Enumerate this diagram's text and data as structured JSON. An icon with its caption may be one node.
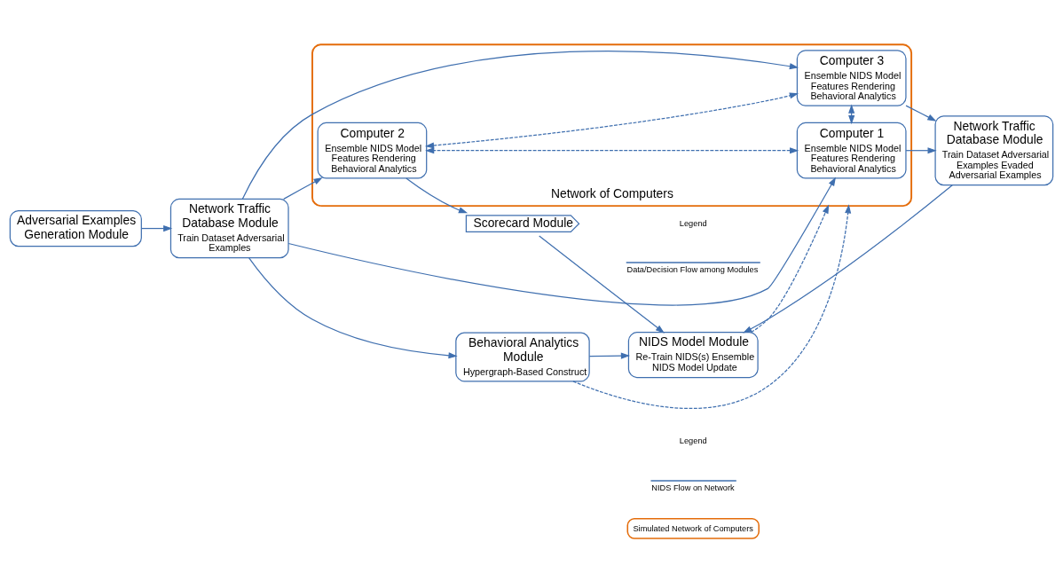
{
  "diagram": {
    "nodes": [
      {
        "text": [
          "Adversarial Examples Generation Module"
        ]
      },
      {
        "text": [
          "Behavioral Analytics Module",
          "Hypergraph-Based Construct"
        ]
      },
      {
        "text": [
          "Network Traffic Database Module",
          "Train Dataset Adversarial Examples"
        ]
      },
      {
        "text": [
          "NIDS Model Module",
          "Re-Train NIDS(s) Ensemble NIDS Model Update"
        ]
      },
      {
        "text": [
          "Network of Computers"
        ]
      },
      {
        "text": [
          "Computer 1",
          "Ensemble NIDS Model Features Rendering Behavioral Analytics"
        ],
        "in": 4
      },
      {
        "text": [
          "Computer 2",
          "Ensemble NIDS Model Features Rendering Behavioral Analytics"
        ],
        "in": 4
      },
      {
        "text": [
          "Computer 3",
          "Ensemble NIDS Model Features Rendering Behavioral Analytics"
        ],
        "in": 4
      },
      {
        "text": [
          "Network Traffic Database Module",
          "Train Dataset Adversarial Examples Evaded Adversarial Examples"
        ]
      },
      {
        "text": [
          "Scorecard Module"
        ]
      }
    ],
    "edges": [
      {
        "from": 0,
        "to": 2,
        "arrow": "to"
      },
      {
        "from": 2,
        "to": 1,
        "arrow": "to"
      },
      {
        "from": 1,
        "to": 3,
        "arrow": "to"
      },
      {
        "from": 1,
        "to": 4,
        "arrow": "to",
        "style": "dashed"
      },
      {
        "from": 3,
        "to": 4,
        "arrow": "to",
        "style": "dashed"
      },
      {
        "from": 2,
        "to": 5,
        "arrow": "to"
      },
      {
        "from": 2,
        "to": 6,
        "arrow": "to"
      },
      {
        "from": 2,
        "to": 7,
        "arrow": "to"
      },
      {
        "from": 5,
        "to": 8,
        "arrow": "to"
      },
      {
        "from": 7,
        "to": 8,
        "arrow": "to"
      },
      {
        "from": 6,
        "to": 9,
        "arrow": "to"
      },
      {
        "from": 8,
        "to": 3,
        "arrow": "to"
      },
      {
        "from": 9,
        "to": 3,
        "arrow": "to"
      },
      {
        "from": 5,
        "to": 6,
        "arrow": "both",
        "style": "dashed"
      },
      {
        "from": 6,
        "to": 7,
        "arrow": "both",
        "style": "dashed"
      },
      {
        "from": 5,
        "to": 7,
        "arrow": "both",
        "style": "dashed"
      }
    ],
    "labels": [
      "Legend",
      "Legend"
    ],
    "legend": [
      {
        "text": "Data/Decision Flow among Modules"
      },
      {
        "text": "NIDS Flow on Network"
      },
      {
        "text": "Simulated Network of Computers"
      }
    ]
  }
}
